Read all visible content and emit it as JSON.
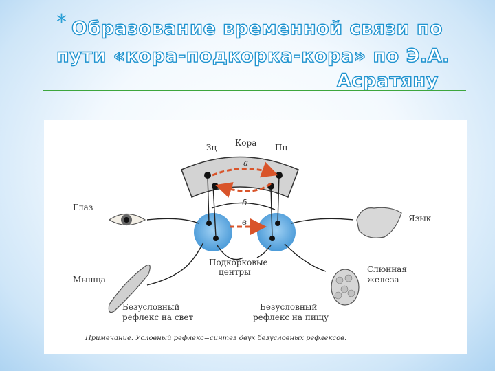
{
  "title": {
    "asterisk": "*",
    "line1": "Образование временной связи по",
    "line2": "пути «кора-подкорка-кора» по Э.А.",
    "line3": "Асратяну"
  },
  "diagram": {
    "labels": {
      "cortex": "Кора",
      "zc": "Зц",
      "pc": "Пц",
      "a": "а",
      "b": "б",
      "v": "в",
      "eye": "Глаз",
      "tongue": "Язык",
      "muscle": "Мышца",
      "subcortical_1": "Подкорковые",
      "subcortical_2": "центры",
      "gland_1": "Слюнная",
      "gland_2": "железа",
      "reflex_light_1": "Безусловный",
      "reflex_light_2": "рефлекс на свет",
      "reflex_food_1": "Безусловный",
      "reflex_food_2": "рефлекс на пищу"
    },
    "note": "Примечание. Условный рефлекс=синтез двух безусловных рефлексов.",
    "colors": {
      "nucleus": "#5aa6e0",
      "arrow": "#d9542a",
      "cortex": "#cfcfcf"
    }
  }
}
